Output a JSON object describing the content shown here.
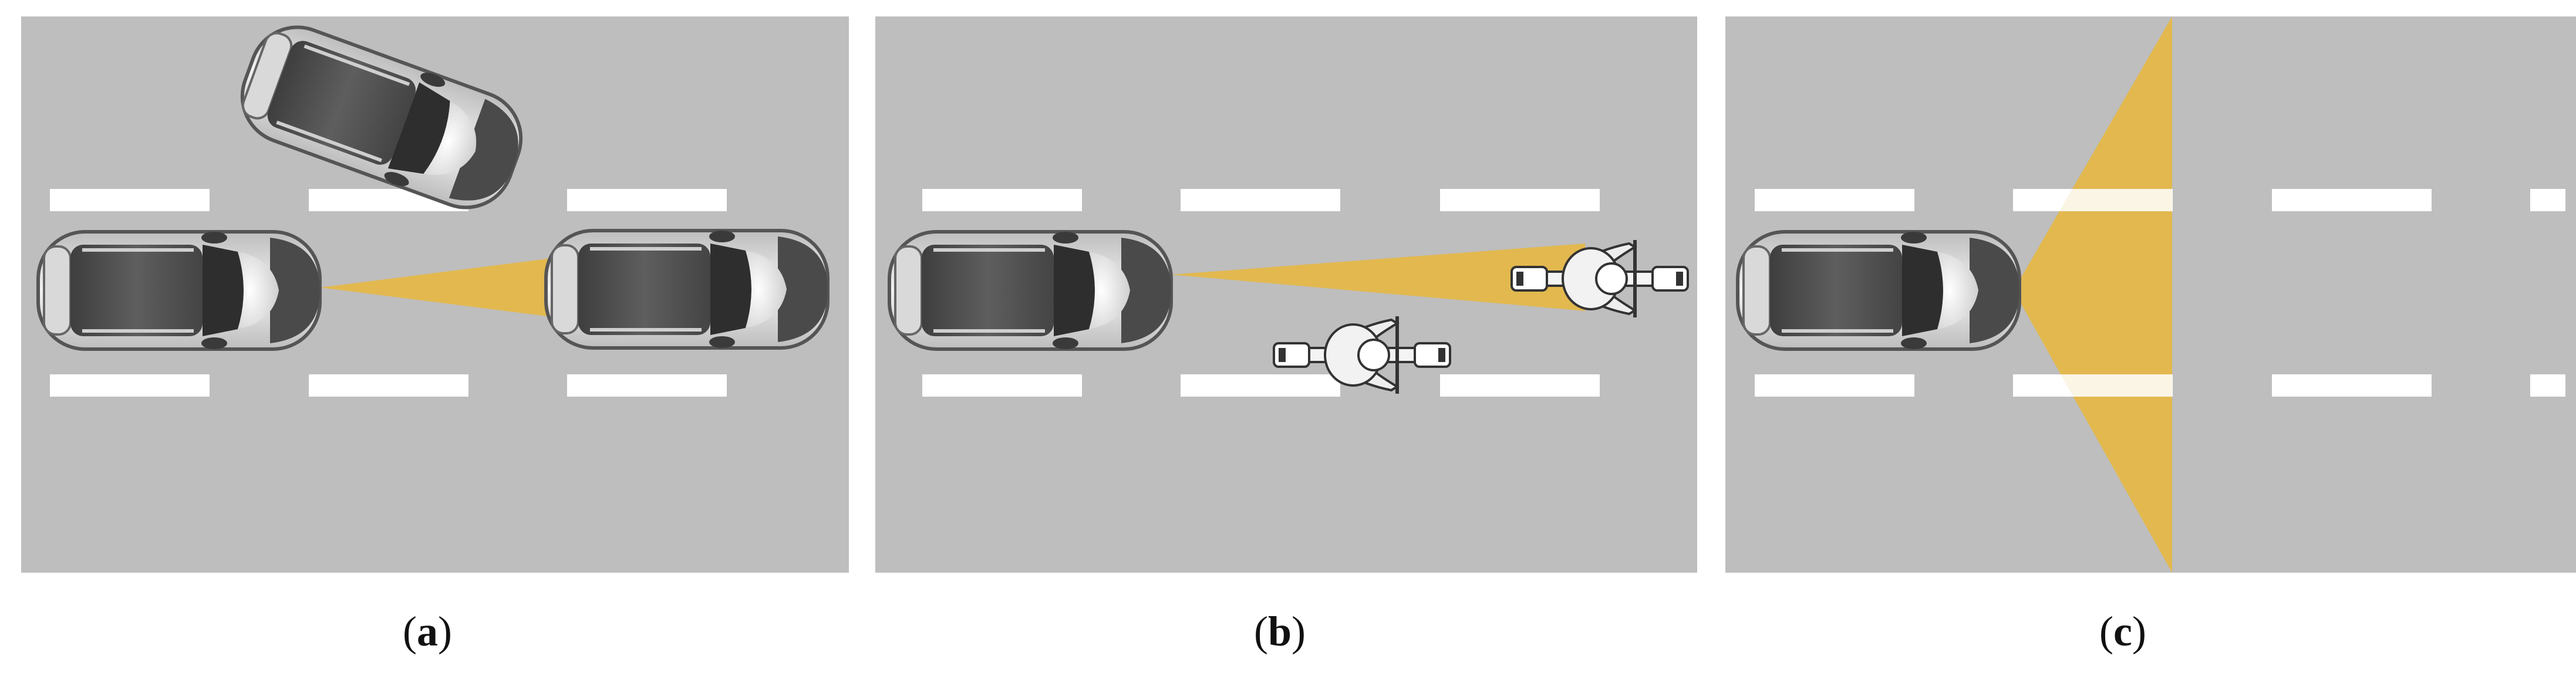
{
  "colors": {
    "road": "#bebebe",
    "lane_marking": "#ffffff",
    "sensor_beam": "#e2b84f",
    "background": "#ffffff"
  },
  "panels": [
    {
      "label": "a",
      "icons": [
        "car-icon",
        "car-icon",
        "car-icon"
      ]
    },
    {
      "label": "b",
      "icons": [
        "car-icon",
        "motorcycle-icon",
        "motorcycle-icon"
      ]
    },
    {
      "label": "c",
      "icons": [
        "car-icon"
      ]
    }
  ]
}
